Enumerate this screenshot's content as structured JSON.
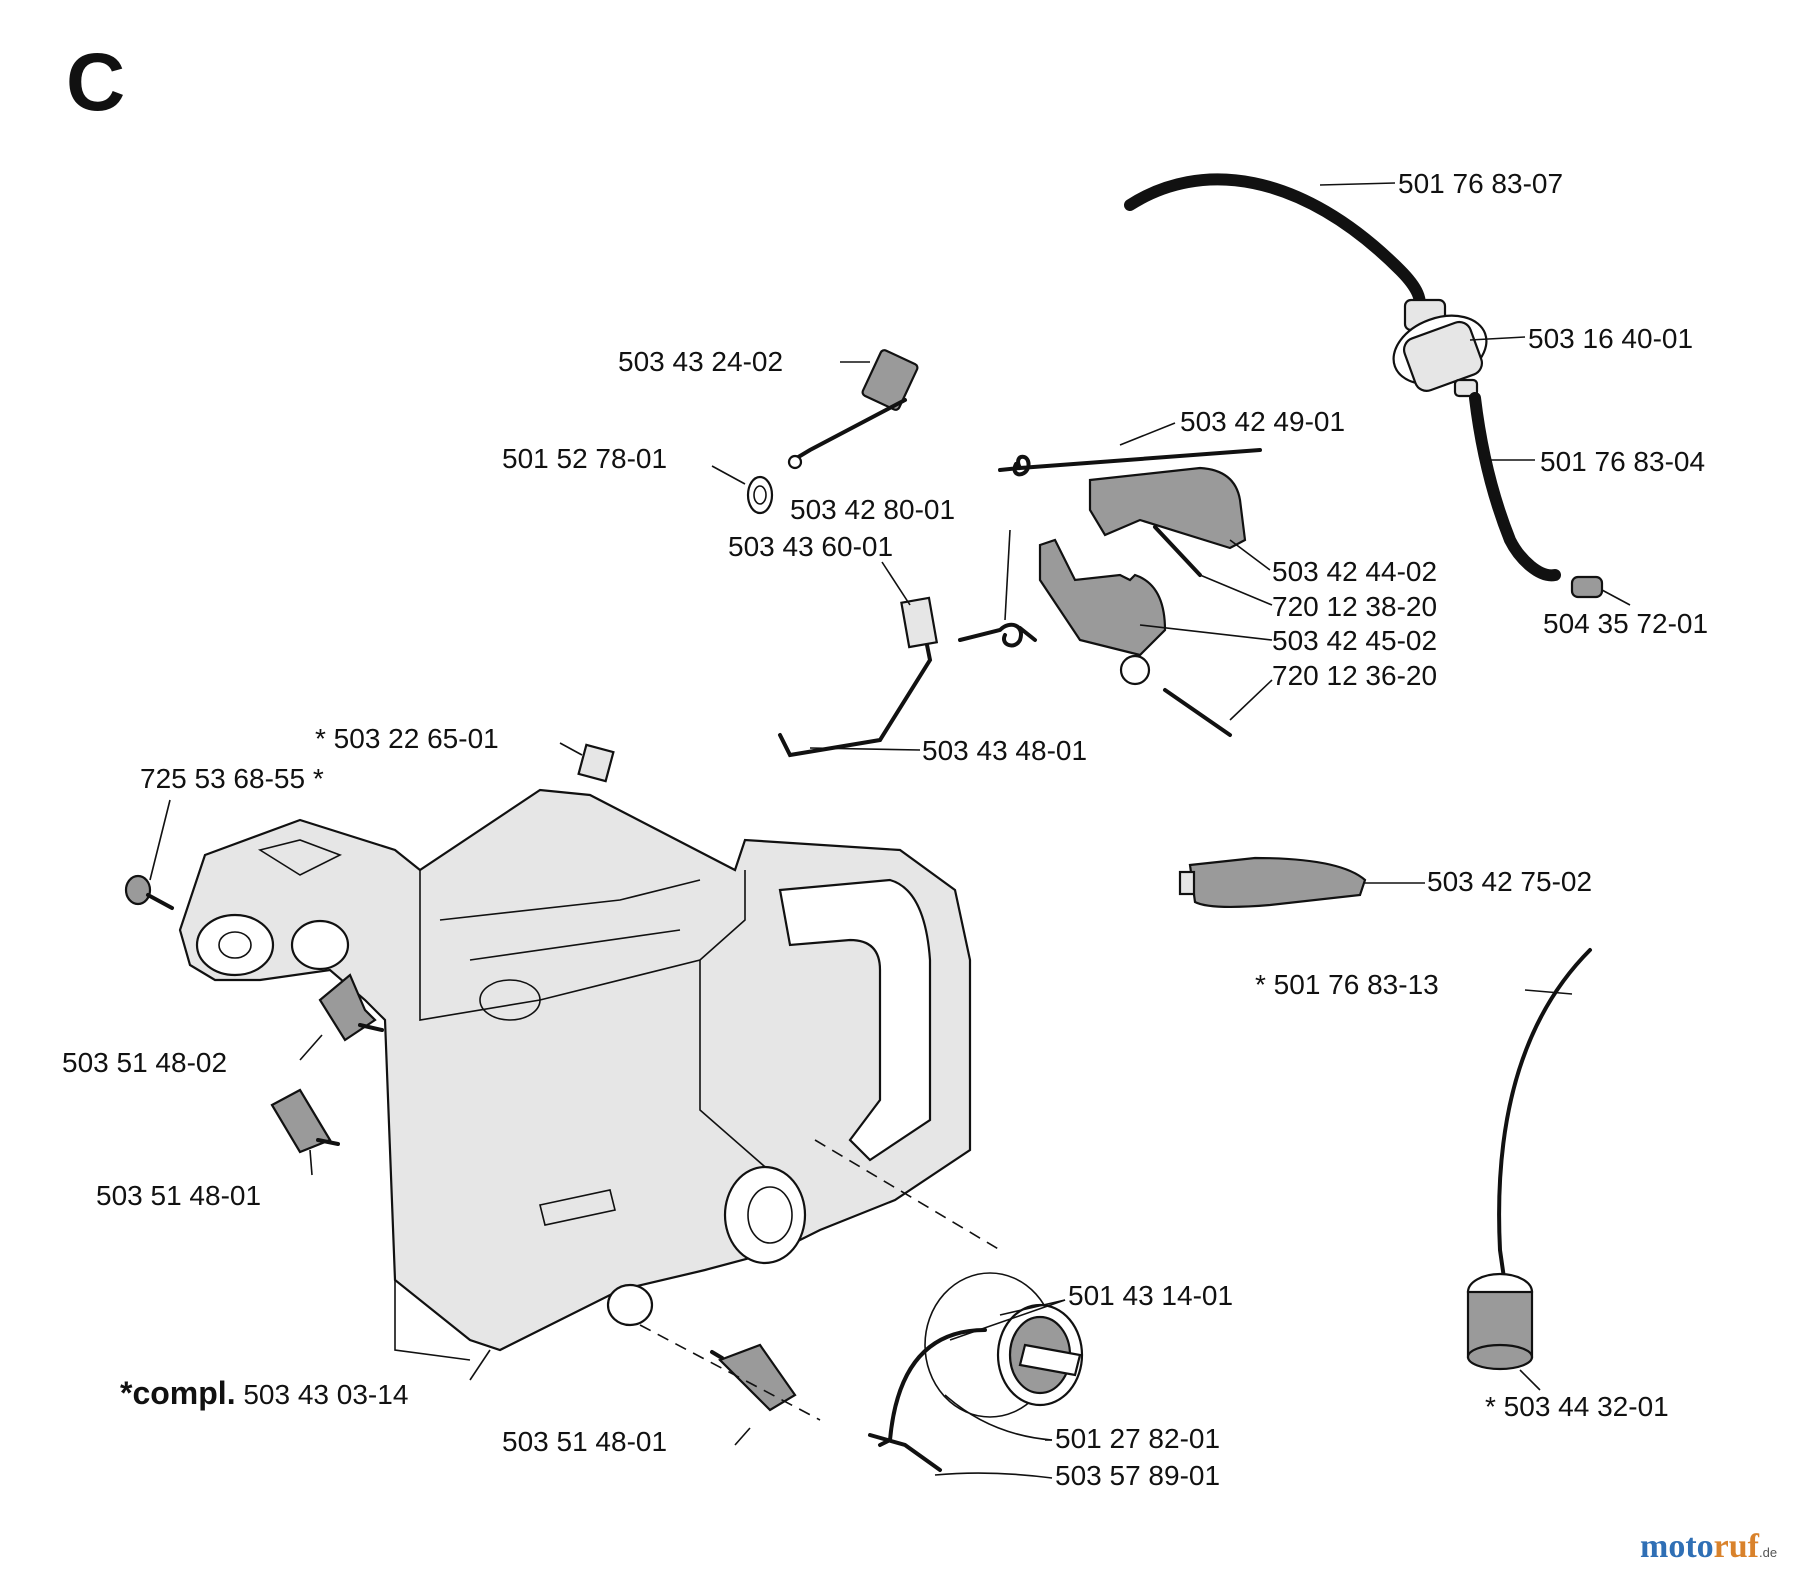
{
  "section_letter": "C",
  "labels": {
    "l1": "501 76 83-07",
    "l2": "503 16 40-01",
    "l3": "503 43 24-02",
    "l4": "503 42 49-01",
    "l5": "501 76 83-04",
    "l6": "501 52 78-01",
    "l7": "503 42 80-01",
    "l8": "503 43 60-01",
    "l9": "503 42 44-02",
    "l10": "720 12 38-20",
    "l11": "504 35 72-01",
    "l12": "503 42 45-02",
    "l13": "720 12 36-20",
    "l14": "* 503 22 65-01",
    "l15": "503 43 48-01",
    "l16": "725 53 68-55 *",
    "l17": "503 42 75-02",
    "l18": "* 501 76 83-13",
    "l19": "503 51 48-02",
    "l20": "503 51 48-01",
    "l21": "501 43 14-01",
    "l22_prefix": "*compl.",
    "l22": "503 43 03-14",
    "l23": "* 503 44 32-01",
    "l24": "501 27 82-01",
    "l25": "503 51 48-01",
    "l26": "503 57 89-01"
  },
  "watermark": {
    "part1": "moto",
    "part2": "ruf",
    "suffix": ".de"
  }
}
